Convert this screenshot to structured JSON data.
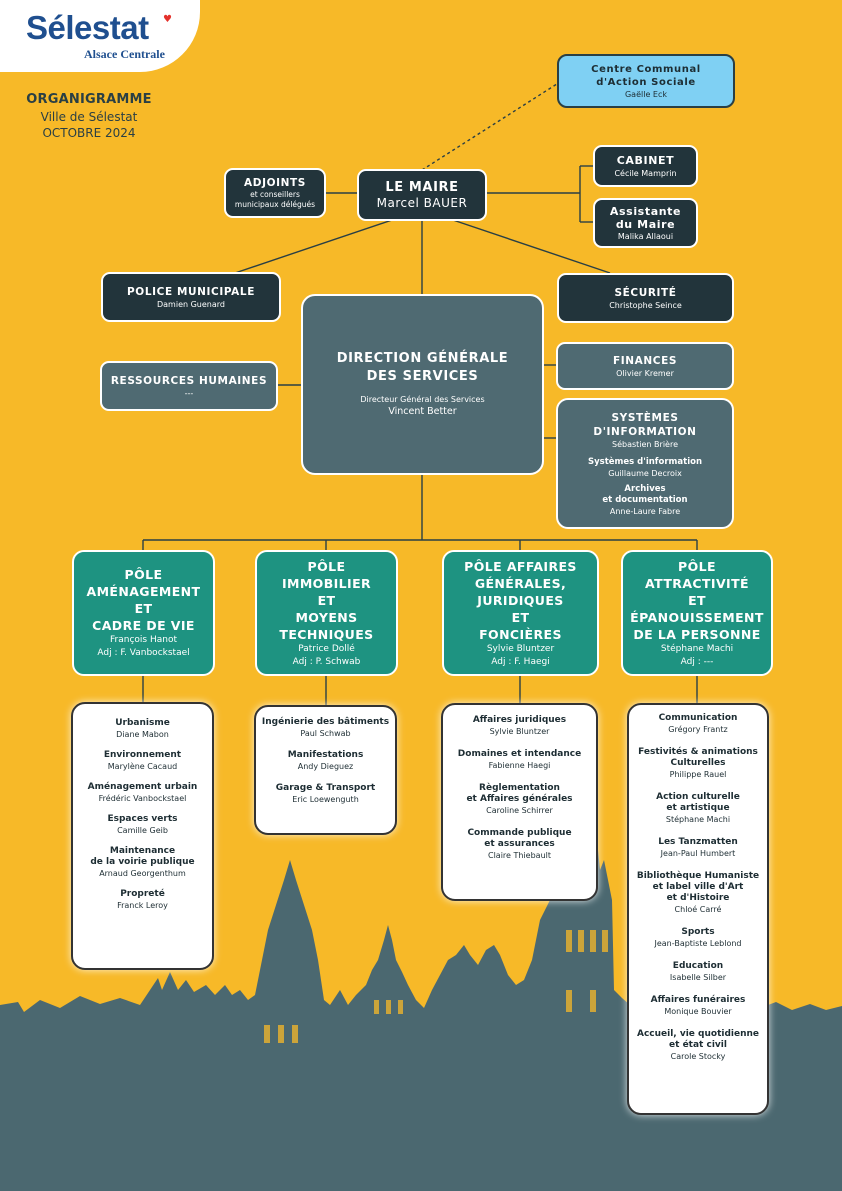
{
  "logo": {
    "name": "Sélestat",
    "tagline": "Alsace Centrale"
  },
  "intro": {
    "title": "ORGANIGRAMME",
    "city": "Ville de Sélestat",
    "date": "OCTOBRE 2024"
  },
  "ccas": {
    "title_line1": "Centre Communal",
    "title_line2": "d'Action Sociale",
    "person": "Gaëlle Eck"
  },
  "adjoints": {
    "title": "ADJOINTS",
    "line1": "et conseillers",
    "line2": "municipaux délégués"
  },
  "maire": {
    "title": "LE MAIRE",
    "person": "Marcel BAUER"
  },
  "cabinet": {
    "title": "CABINET",
    "person": "Cécile Mamprin"
  },
  "assistante": {
    "title_line1": "Assistante",
    "title_line2": "du Maire",
    "person": "Malika Allaoui"
  },
  "police": {
    "title": "POLICE MUNICIPALE",
    "person": "Damien Guenard"
  },
  "securite": {
    "title": "SÉCURITÉ",
    "person": "Christophe Seince"
  },
  "rh": {
    "title": "RESSOURCES HUMAINES",
    "person": "---"
  },
  "dgs": {
    "title_line1": "DIRECTION GÉNÉRALE",
    "title_line2": "DES SERVICES",
    "role": "Directeur Général des Services",
    "person": "Vincent Better"
  },
  "finances": {
    "title": "FINANCES",
    "person": "Olivier Kremer"
  },
  "si": {
    "title_line1": "SYSTÈMES",
    "title_line2": "D'INFORMATION",
    "person": "Sébastien Brière",
    "sub1_title": "Systèmes d'information",
    "sub1_person": "Guillaume Decroix",
    "sub2_title_line1": "Archives",
    "sub2_title_line2": "et documentation",
    "sub2_person": "Anne-Laure Fabre"
  },
  "poles": [
    {
      "lines": [
        "PÔLE",
        "AMÉNAGEMENT",
        "ET",
        "CADRE DE VIE"
      ],
      "person": "François Hanot",
      "adj": "Adj : F. Vanbockstael"
    },
    {
      "lines": [
        "PÔLE",
        "IMMOBILIER",
        "ET",
        "MOYENS",
        "TECHNIQUES"
      ],
      "person": "Patrice Dollé",
      "adj": "Adj : P. Schwab"
    },
    {
      "lines": [
        "PÔLE AFFAIRES",
        "GÉNÉRALES,",
        "JURIDIQUES",
        "ET",
        "FONCIÈRES"
      ],
      "person": "Sylvie Bluntzer",
      "adj": "Adj : F. Haegi"
    },
    {
      "lines": [
        "PÔLE",
        "ATTRACTIVITÉ",
        "ET",
        "ÉPANOUISSEMENT",
        "DE LA PERSONNE"
      ],
      "person": "Stéphane Machi",
      "adj": "Adj : ---"
    }
  ],
  "services": [
    [
      {
        "title": [
          "Urbanisme"
        ],
        "person": "Diane Mabon"
      },
      {
        "title": [
          "Environnement"
        ],
        "person": "Marylène Cacaud"
      },
      {
        "title": [
          "Aménagement urbain"
        ],
        "person": "Frédéric Vanbockstael"
      },
      {
        "title": [
          "Espaces verts"
        ],
        "person": "Camille Geib"
      },
      {
        "title": [
          "Maintenance",
          "de la voirie publique"
        ],
        "person": "Arnaud Georgenthum"
      },
      {
        "title": [
          "Propreté"
        ],
        "person": "Franck Leroy"
      }
    ],
    [
      {
        "title": [
          "Ingénierie des bâtiments"
        ],
        "person": "Paul Schwab"
      },
      {
        "title": [
          "Manifestations"
        ],
        "person": "Andy Dieguez"
      },
      {
        "title": [
          "Garage & Transport"
        ],
        "person": "Eric Loewenguth"
      }
    ],
    [
      {
        "title": [
          "Affaires juridiques"
        ],
        "person": "Sylvie Bluntzer"
      },
      {
        "title": [
          "Domaines et intendance"
        ],
        "person": "Fabienne Haegi"
      },
      {
        "title": [
          "Règlementation",
          "et Affaires générales"
        ],
        "person": "Caroline Schirrer"
      },
      {
        "title": [
          "Commande publique",
          "et assurances"
        ],
        "person": "Claire Thiebault"
      }
    ],
    [
      {
        "title": [
          "Communication"
        ],
        "person": "Grégory Frantz"
      },
      {
        "title": [
          "Festivités & animations",
          "Culturelles"
        ],
        "person": "Philippe Rauel"
      },
      {
        "title": [
          "Action culturelle",
          "et artistique"
        ],
        "person": "Stéphane Machi"
      },
      {
        "title": [
          "Les Tanzmatten"
        ],
        "person": "Jean-Paul Humbert"
      },
      {
        "title": [
          "Bibliothèque Humaniste",
          "et label ville d'Art",
          "et d'Histoire"
        ],
        "person": "Chloé Carré"
      },
      {
        "title": [
          "Sports"
        ],
        "person": "Jean-Baptiste Leblond"
      },
      {
        "title": [
          "Education"
        ],
        "person": "Isabelle Silber"
      },
      {
        "title": [
          "Affaires funéraires"
        ],
        "person": "Monique Bouvier"
      },
      {
        "title": [
          "Accueil, vie quotidienne",
          "et état civil"
        ],
        "person": "Carole Stocky"
      }
    ]
  ],
  "colors": {
    "background": "#f7b928",
    "dark": "#22343b",
    "gray": "#4f6a72",
    "teal": "#1e9381",
    "light_blue": "#7fd0f3",
    "skyline": "#4b6870"
  }
}
